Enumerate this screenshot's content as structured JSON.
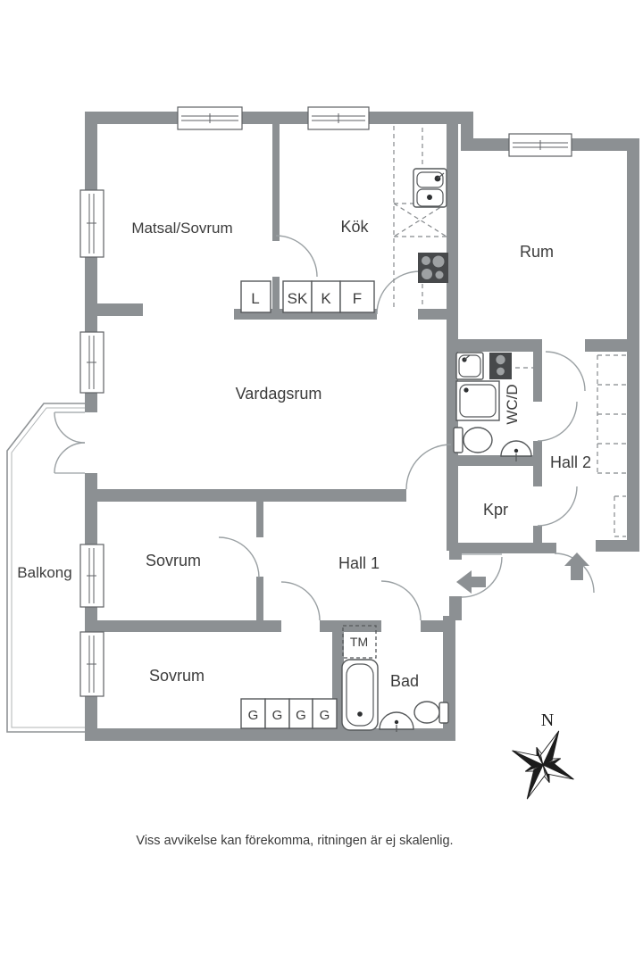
{
  "floorplan": {
    "rooms": {
      "matsal_sovrum": "Matsal/Sovrum",
      "kok": "Kök",
      "rum": "Rum",
      "vardagsrum": "Vardagsrum",
      "wc_d": "WC/D",
      "hall2": "Hall 2",
      "kpr": "Kpr",
      "sovrum_mid": "Sovrum",
      "hall1": "Hall 1",
      "balkong": "Balkong",
      "sovrum_bottom": "Sovrum",
      "bad": "Bad"
    },
    "closets": {
      "l": "L",
      "sk": "SK",
      "k": "K",
      "f": "F",
      "g1": "G",
      "g2": "G",
      "g3": "G",
      "g4": "G",
      "tm": "TM"
    },
    "compass": {
      "north_label": "N"
    },
    "disclaimer": "Viss avvikelse kan förekomma, ritningen är ej skalenlig.",
    "colors": {
      "wall": "#8c9093",
      "fixture_line": "#55585a",
      "text": "#3c3c3c"
    }
  }
}
